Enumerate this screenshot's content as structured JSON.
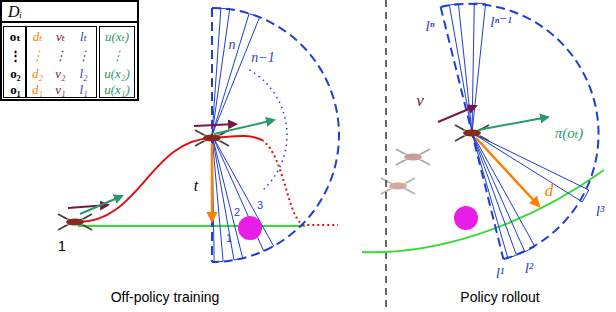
{
  "diagram": {
    "nodes": [
      {
        "text": [
          "Dᵢ"
        ]
      },
      {
        "text": [
          "oₜ",
          "dₜ",
          "vₜ",
          "lₜ",
          "⋮",
          "⋮",
          "⋮",
          "⋮",
          "o₂",
          "d₂",
          "v₂",
          "l₂",
          "o₁",
          "d₁",
          "v₁",
          "l₁"
        ],
        "in": 0
      },
      {
        "text": [
          "u(xₜ)",
          "⋮",
          "u(x₂)",
          "u(x₁)"
        ],
        "in": 0
      }
    ],
    "labels": [
      "Off-policy training",
      "Policy rollout",
      "1",
      "t",
      "1",
      "2",
      "3",
      "n",
      "n−1",
      "lⁿ",
      "lⁿ⁻¹",
      "v",
      "π(oₜ)",
      "d",
      "l³",
      "l²",
      "l¹"
    ]
  }
}
